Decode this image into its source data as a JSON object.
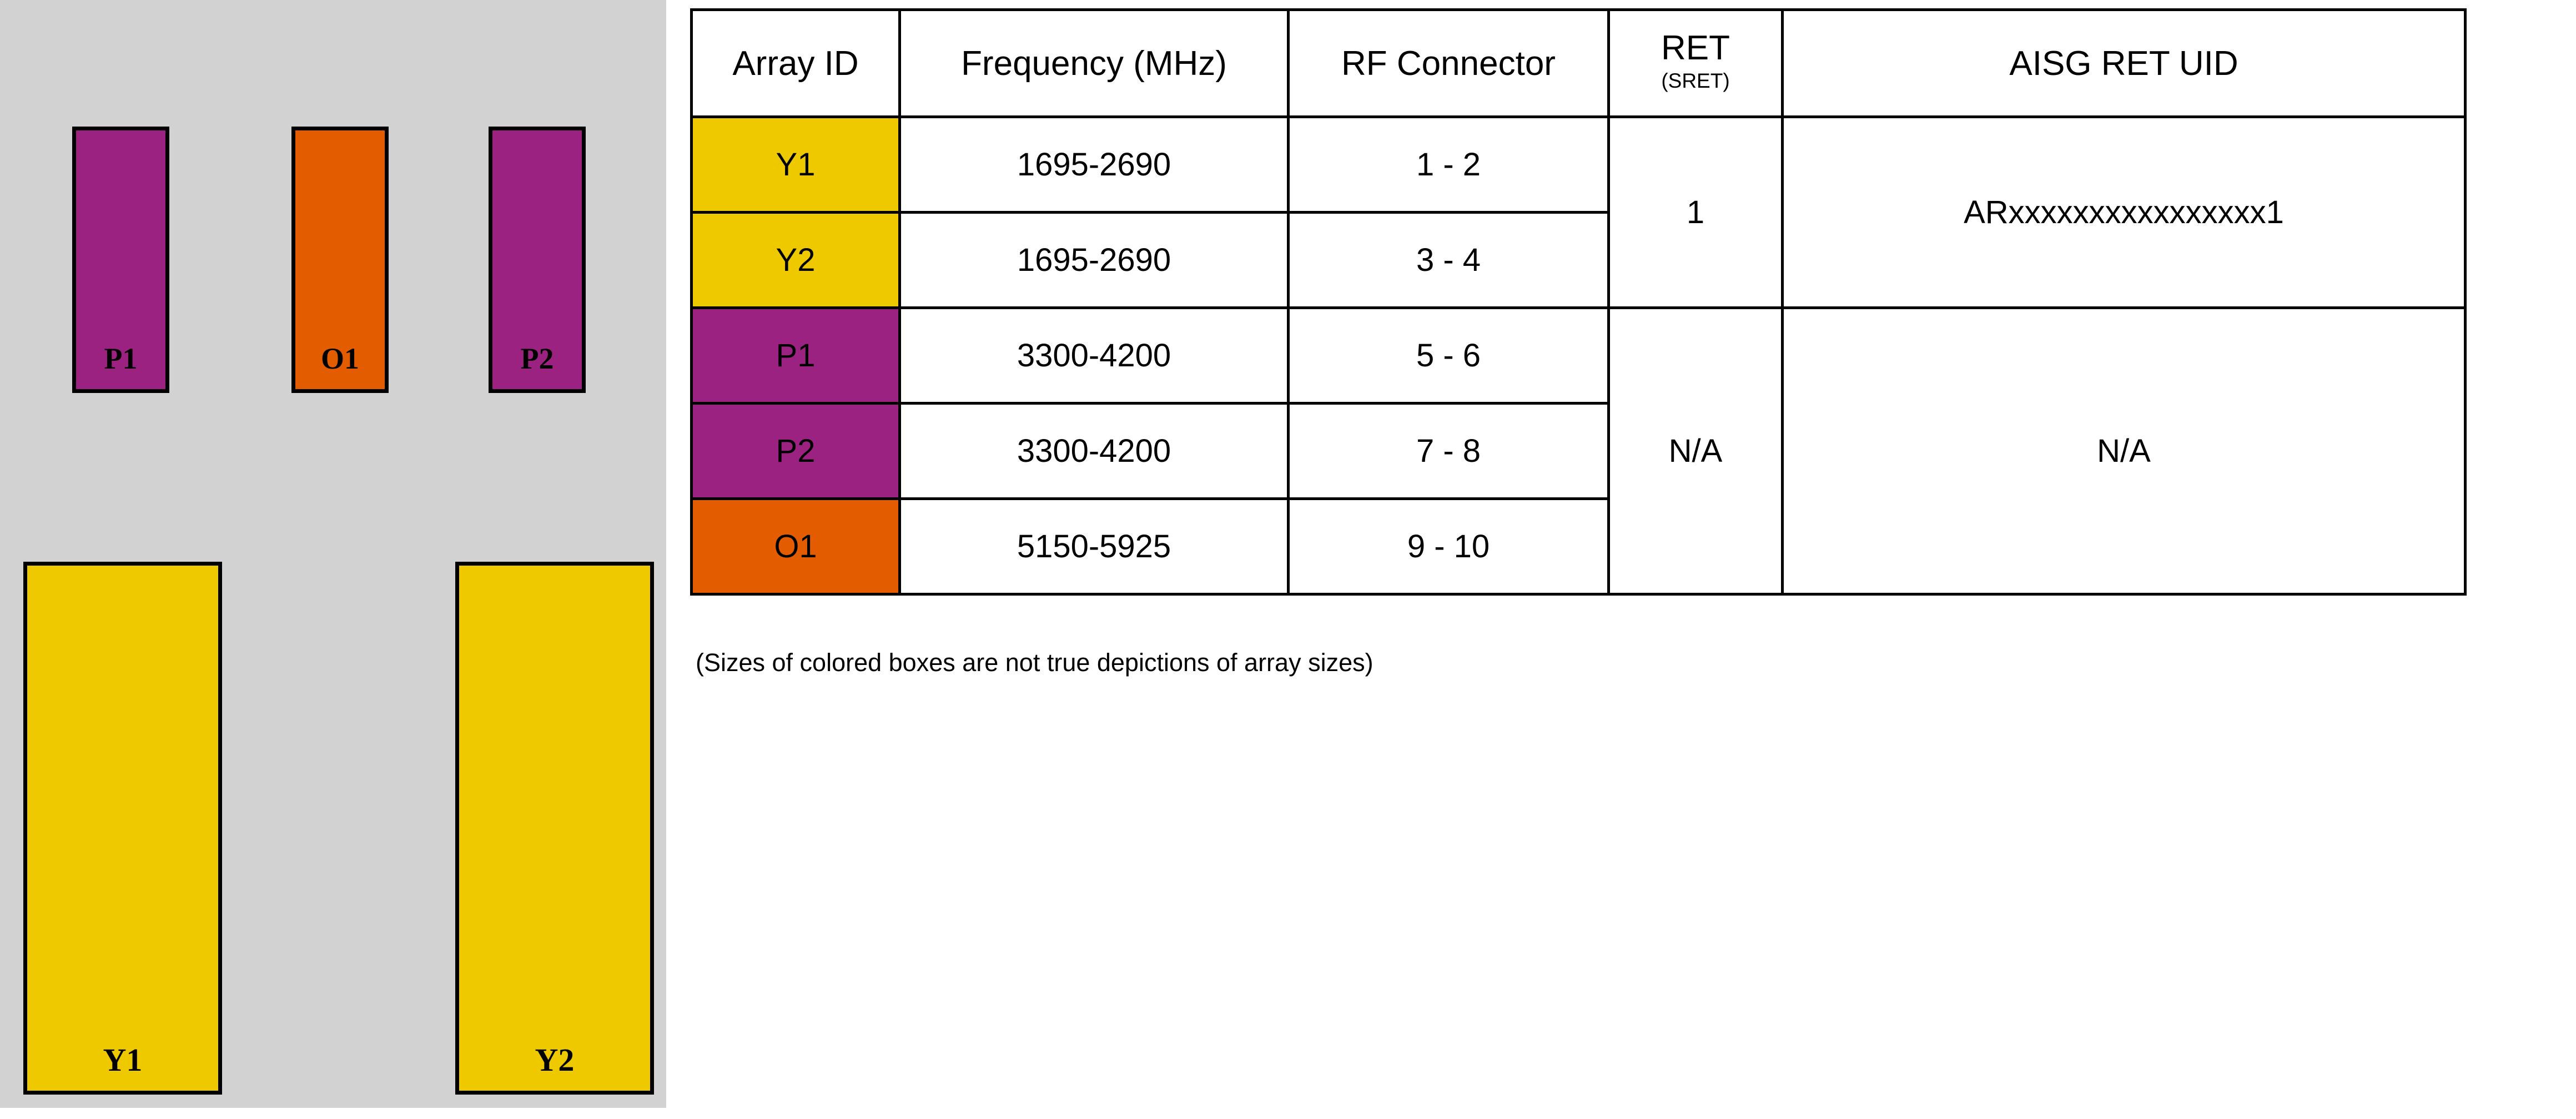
{
  "diagram": {
    "panel_name": "antenna-array-layout-panel",
    "background_color": "#d2d2d2",
    "boxes": [
      {
        "id": "P1",
        "label": "P1",
        "color": "#9B2280",
        "color_name": "purple"
      },
      {
        "id": "O1",
        "label": "O1",
        "color": "#E45C00",
        "color_name": "orange"
      },
      {
        "id": "P2",
        "label": "P2",
        "color": "#9B2280",
        "color_name": "purple"
      },
      {
        "id": "Y1",
        "label": "Y1",
        "color": "#EFC900",
        "color_name": "yellow"
      },
      {
        "id": "Y2",
        "label": "Y2",
        "color": "#EFC900",
        "color_name": "yellow"
      }
    ]
  },
  "table": {
    "headers": {
      "array_id": "Array ID",
      "frequency": "Frequency (MHz)",
      "rf_connector": "RF Connector",
      "ret_main": "RET",
      "ret_sub": "(SRET)",
      "aisg_ret_uid": "AISG RET UID"
    },
    "rows": [
      {
        "array_id": "Y1",
        "swatch": "yellow",
        "frequency": "1695-2690",
        "rf_connector": "1 - 2"
      },
      {
        "array_id": "Y2",
        "swatch": "yellow",
        "frequency": "1695-2690",
        "rf_connector": "3 - 4"
      },
      {
        "array_id": "P1",
        "swatch": "purple",
        "frequency": "3300-4200",
        "rf_connector": "5 - 6"
      },
      {
        "array_id": "P2",
        "swatch": "purple",
        "frequency": "3300-4200",
        "rf_connector": "7 - 8"
      },
      {
        "array_id": "O1",
        "swatch": "orange",
        "frequency": "5150-5925",
        "rf_connector": "9 - 10"
      }
    ],
    "merged": {
      "ret_group_1": "1",
      "ret_group_2": "N/A",
      "uid_group_1": "ARxxxxxxxxxxxxxxxx1",
      "uid_group_2": "N/A"
    }
  },
  "note": "(Sizes of colored boxes are not true depictions of array sizes)"
}
